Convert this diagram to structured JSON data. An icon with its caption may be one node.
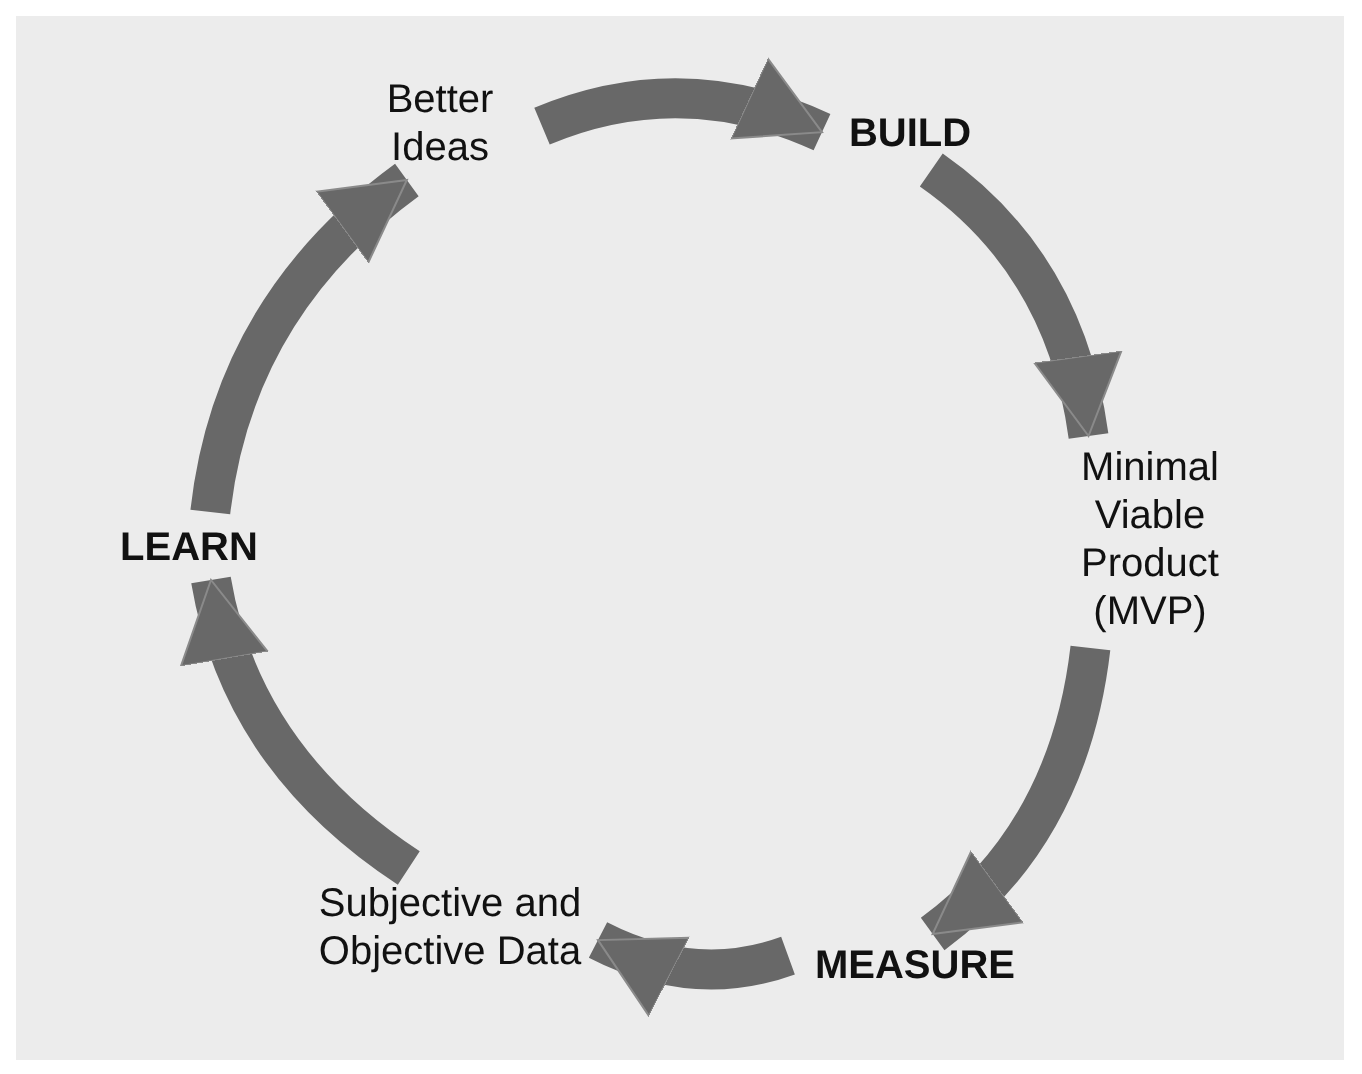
{
  "diagram": {
    "nodes": [
      {
        "text": [
          "Better Ideas"
        ]
      },
      {
        "text": [
          "BUILD"
        ]
      },
      {
        "text": [
          "Minimal Viable Product (MVP)"
        ]
      },
      {
        "text": [
          "MEASURE"
        ]
      },
      {
        "text": [
          "Subjective and Objective Data"
        ]
      },
      {
        "text": [
          "LEARN"
        ]
      }
    ],
    "edges": [
      {
        "from": 0,
        "to": 1,
        "arrow": "to"
      },
      {
        "from": 1,
        "to": 2,
        "arrow": "to"
      },
      {
        "from": 2,
        "to": 3,
        "arrow": "to"
      },
      {
        "from": 3,
        "to": 4,
        "arrow": "to"
      },
      {
        "from": 4,
        "to": 5,
        "arrow": "to"
      },
      {
        "from": 5,
        "to": 0,
        "arrow": "to"
      }
    ]
  }
}
